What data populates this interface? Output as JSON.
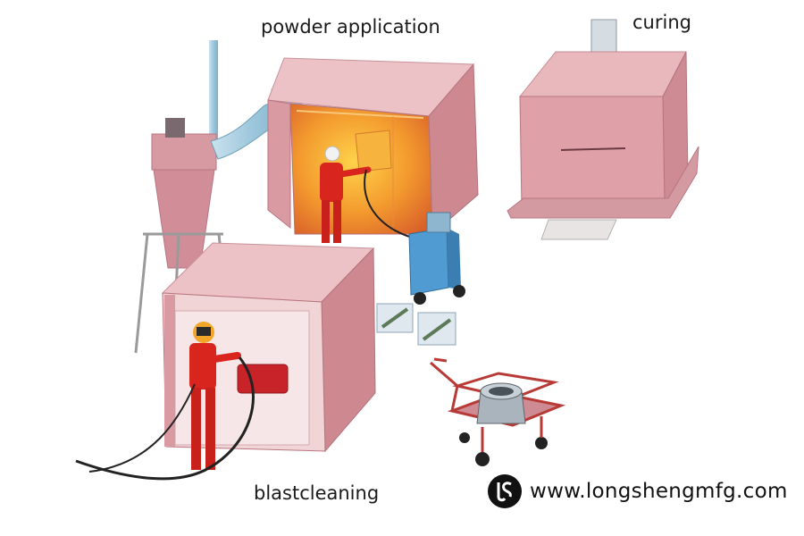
{
  "labels": {
    "powder_application": "powder application",
    "curing": "curing",
    "blastcleaning": "blastcleaning"
  },
  "watermark": {
    "logo_icon": "longsheng-logo-icon",
    "text": "www.longshengmfg.com"
  },
  "colors": {
    "booth_top": "#e8b8bd",
    "booth_side": "#cf8b94",
    "booth_inner": "#f6a13c",
    "worker_suit": "#d8261f",
    "duct": "#a9cde0",
    "cart": "#b83a36"
  }
}
